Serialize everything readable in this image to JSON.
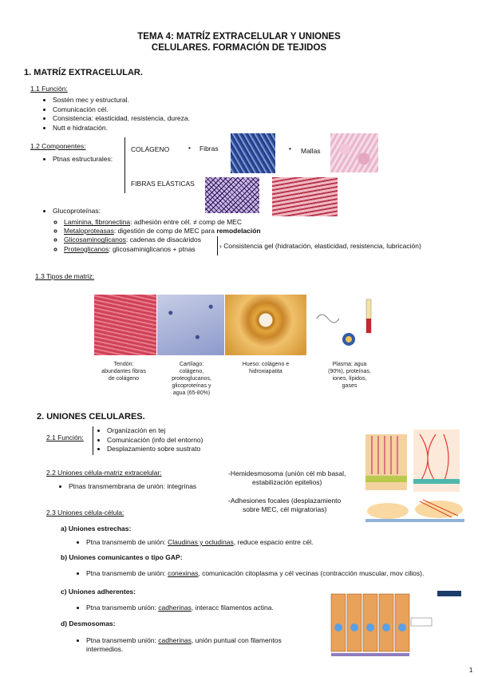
{
  "title": {
    "line1": "TEMA 4: MATRÍZ EXTRACELULAR Y UNIONES",
    "line2": "CELULARES. FORMACIÓN DE TEJIDOS"
  },
  "s1": {
    "heading": "1.   MATRÍZ EXTRACELULAR.",
    "funcion_title": "1.1 Función:",
    "funcion_items": [
      "Sostén mec y estructural.",
      "Comunicación cél.",
      "Consistencia: elasticidad, resistencia, dureza.",
      "Nutt e hidratación."
    ],
    "componentes_title": "1.2 Componentes:",
    "ptnas": "Ptnas estructurales:",
    "colageno": "COLÁGENO",
    "fibras": "Fibras",
    "mallas": "Mallas",
    "fibras_elasticas": "FIBRAS ELÁSTICAS",
    "gluco": "Glucoproteínas:",
    "sub": {
      "lam_u": "Laminina, fibronectina",
      "lam_r": ": adhesión entre cél. ≠ comp de MEC",
      "met_u": "Metaloproteasas",
      "met_r": ": digestión de comp de MEC para ",
      "met_b": "remodelación",
      "gli_u": "Glicosaminoglicanos",
      "gli_r": ": cadenas de disacáridos",
      "pro_u": "Proteoglicanos",
      "pro_r": ": glicosaminiglicanos + ptnas"
    },
    "consistencia": "Consistencia gel (hidratación, elasticidad, resistencia, lubricación)",
    "tipos_title": "1.3 Tipos de matriz:",
    "captions": {
      "tendon": "Tendón:\nabundantes fibras\nde colágeno",
      "cartilago": "Cartílago:\ncolágeno,\nproteoglucanos,\nglicoproteínas y\nagua (65-80%)",
      "hueso": "Hueso: colágeno e\nhidroxiapatita",
      "plasma": "Plasma: agua\n(90%), proteínas,\niones, lípidos,\ngases"
    }
  },
  "s2": {
    "heading": "2. UNIONES CELULARES.",
    "funcion_title": "2.1 Función:",
    "funcion_items": [
      "Organización en tej",
      "Comunicación (info del entorno)",
      "Desplazamiento sobre sustrato"
    ],
    "cm_title": "2.2 Uniones célula-matriz extracelular:",
    "cm_item": "Ptnas transmembrana de unión: integrinas",
    "hemi": "-Hemidesmosoma (unión cél mb basal,\nestabilización epitelios)",
    "adhes": "-Adhesiones focales (desplazamiento\nsobre MEC, cél migratorias)",
    "cc_title": "2.3 Uniones célula-célula:",
    "a_title": "a) Uniones estrechas:",
    "a_pre": "Ptna transmemb de unión: ",
    "a_u": "Claudinas y ocludinas",
    "a_post": ", reduce espacio entre cél.",
    "b_title": "b) Uniones comunicantes o tipo GAP:",
    "b_pre": "Ptna transmemb de unión: ",
    "b_u": "conexinas",
    "b_post": ", comunicación citoplasma y cél vecinas (contracción muscular, mov cilios).",
    "c_title": "c) Uniones adherentes:",
    "c_pre": "Ptna transmemb unión: ",
    "c_u": "cadherinas",
    "c_post": ", interacc filamentos actina.",
    "d_title": "d) Desmosomas:",
    "d_pre": "Ptna transmemb unión: ",
    "d_u": "cadherinas",
    "d_post": ", unión puntual con filamentos",
    "d_line2": "intermedios."
  },
  "page_number": "1"
}
